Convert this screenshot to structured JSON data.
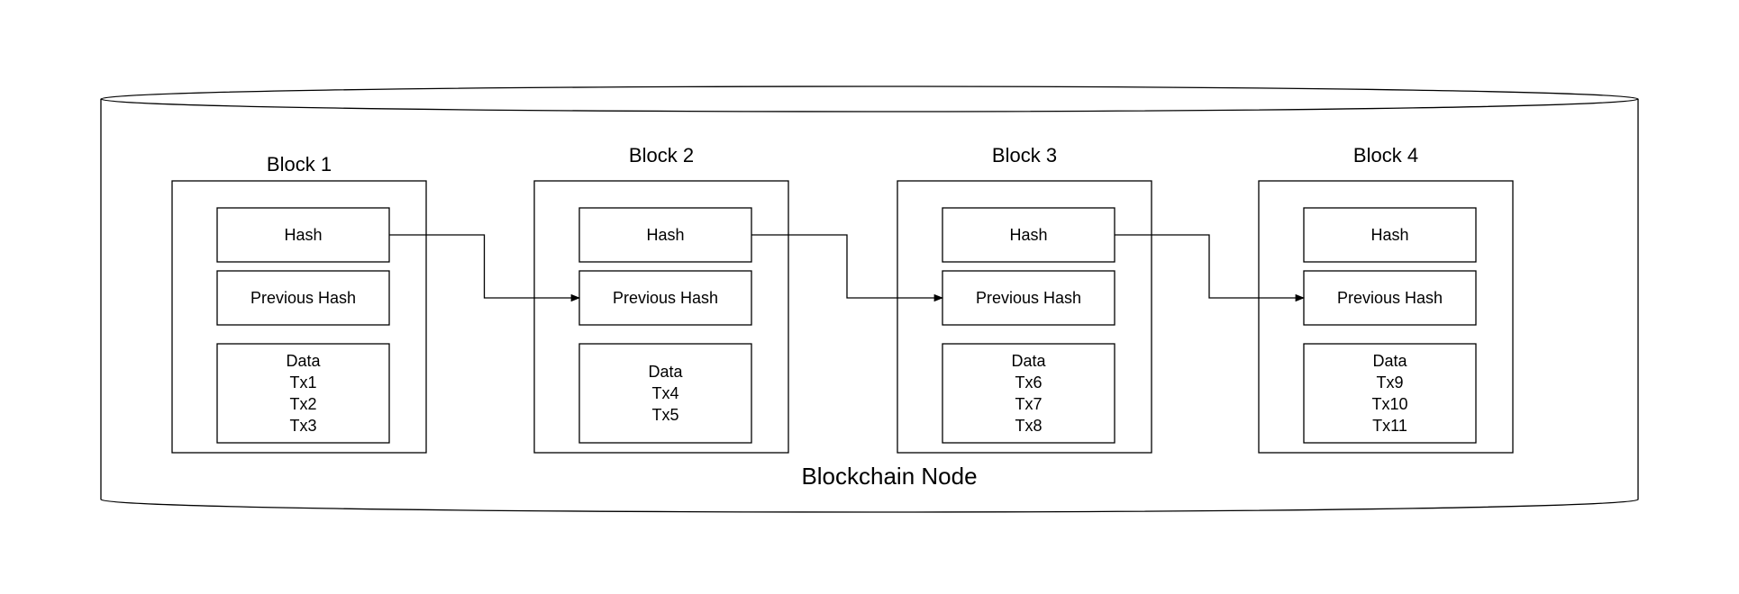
{
  "node": {
    "label": "Blockchain Node"
  },
  "blocks": [
    {
      "title": "Block 1",
      "hash_label": "Hash",
      "previous_hash_label": "Previous Hash",
      "data_lines": [
        "Data",
        "Tx1",
        "Tx2",
        "Tx3"
      ]
    },
    {
      "title": "Block 2",
      "hash_label": "Hash",
      "previous_hash_label": "Previous Hash",
      "data_lines": [
        "Data",
        "Tx4",
        "Tx5"
      ]
    },
    {
      "title": "Block 3",
      "hash_label": "Hash",
      "previous_hash_label": "Previous Hash",
      "data_lines": [
        "Data",
        "Tx6",
        "Tx7",
        "Tx8"
      ]
    },
    {
      "title": "Block 4",
      "hash_label": "Hash",
      "previous_hash_label": "Previous Hash",
      "data_lines": [
        "Data",
        "Tx9",
        "Tx10",
        "Tx11"
      ]
    }
  ],
  "links": [
    {
      "from": 0,
      "to": 1
    },
    {
      "from": 1,
      "to": 2
    },
    {
      "from": 2,
      "to": 3
    }
  ],
  "colors": {
    "stroke": "#000000",
    "fill": "#ffffff",
    "text": "#000000"
  }
}
